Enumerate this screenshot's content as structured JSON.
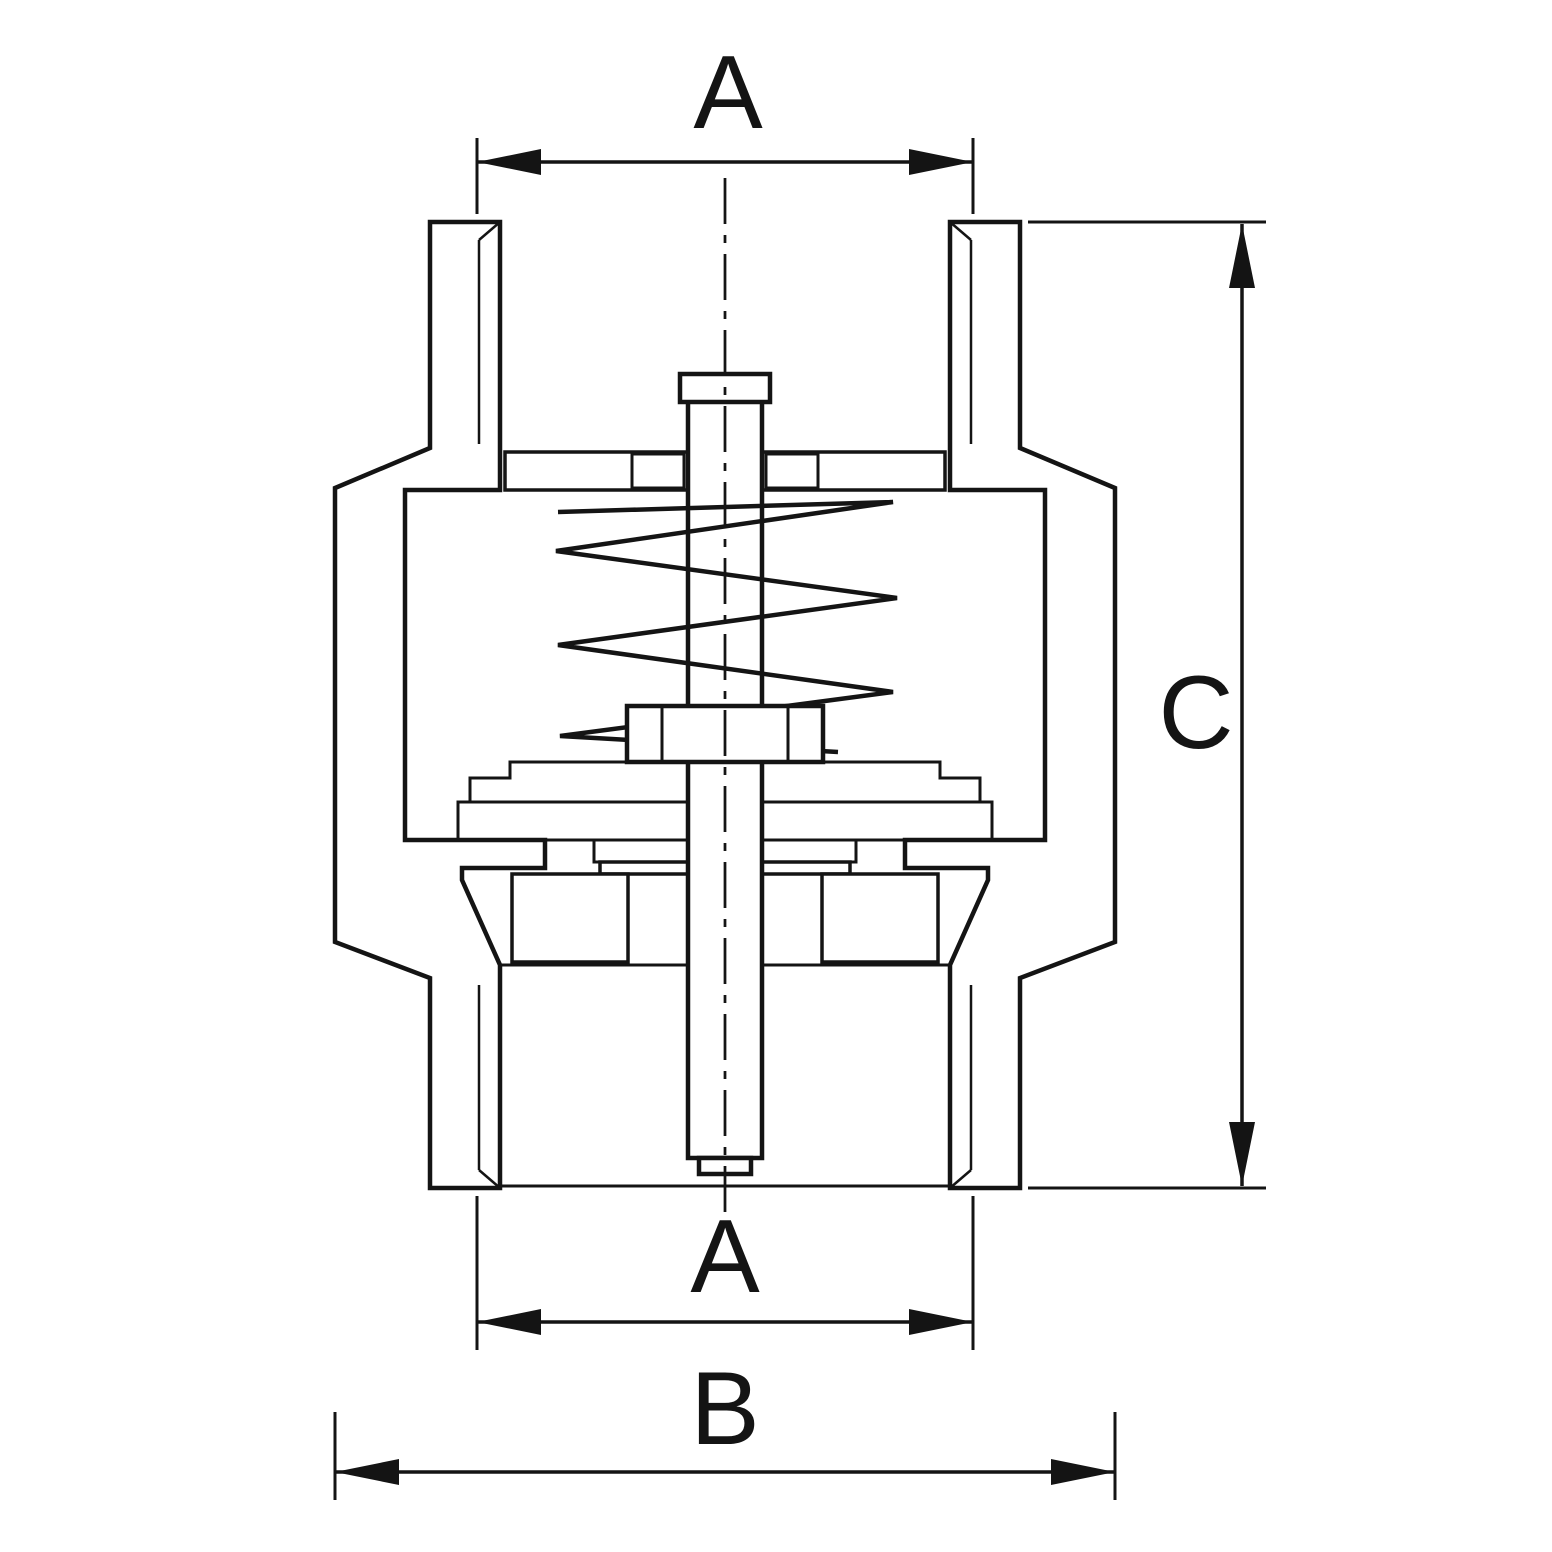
{
  "drawing": {
    "labels": {
      "width_top": "A",
      "width_bottom": "A",
      "width_overall": "B",
      "height_overall": "C"
    }
  },
  "colors": {
    "line": "#141414",
    "background": "#ffffff"
  }
}
